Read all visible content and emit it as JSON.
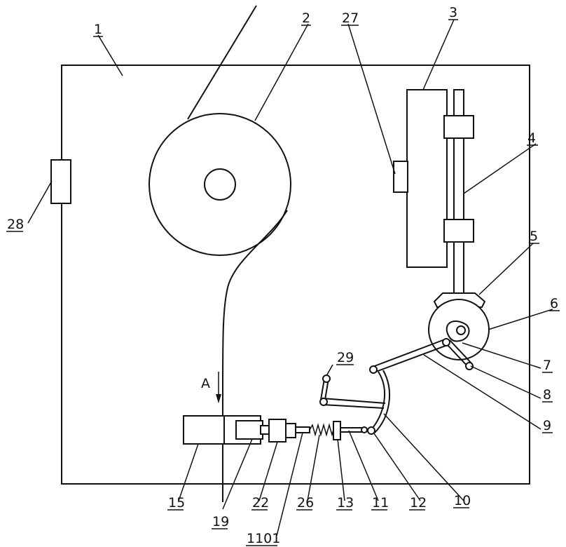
{
  "labels": {
    "l1": "1",
    "l2": "2",
    "l3": "3",
    "l4": "4",
    "l5": "5",
    "l6": "6",
    "l7": "7",
    "l8": "8",
    "l9": "9",
    "l10": "10",
    "l11": "11",
    "l12": "12",
    "l13": "13",
    "l15": "15",
    "l19": "19",
    "l22": "22",
    "l26": "26",
    "l27": "27",
    "l28": "28",
    "l29": "29",
    "l1101": "1101"
  },
  "direction": "A"
}
